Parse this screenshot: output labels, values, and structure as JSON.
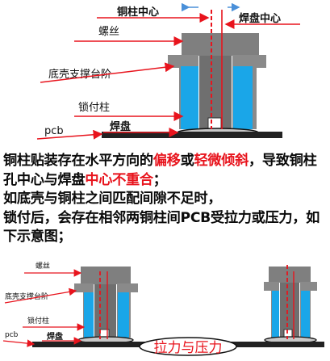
{
  "top": {
    "center_copper": "铜柱中心",
    "center_pad": "焊盘中心",
    "screw": "螺丝",
    "step": "底壳支撑台阶",
    "standoff": "锁付柱",
    "pcb": "pcb",
    "pad": "焊盘"
  },
  "para": {
    "line1_a": "铜柱贴装存在",
    "line1_b": "水平方向的",
    "line1_c": "偏移",
    "line1_d": "或",
    "line1_e": "轻微倾斜",
    "line2_a": "，导致铜柱孔中心与焊盘",
    "line2_b": "中心不重合",
    "line2_c": "；",
    "line3": "如底壳与铜柱之间匹配间隙不足时，",
    "line4_a": "锁付后，会存在",
    "line4_b": "相邻两铜柱间PCB受拉力或压力，如下示意图；"
  },
  "bottom": {
    "screw": "螺丝",
    "step": "底壳支撑台阶",
    "standoff": "锁付柱",
    "pcb": "pcb",
    "pad": "焊盘",
    "force": "拉力与压力"
  },
  "colors": {
    "red": "#e8141d",
    "blue": "#1aa6e8",
    "gray": "#7f7f7f",
    "dark": "#4a4a4a"
  }
}
